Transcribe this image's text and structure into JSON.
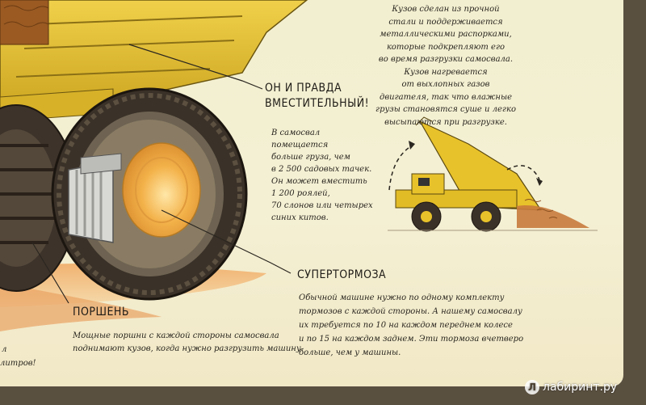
{
  "body_text": {
    "lines": [
      "Кузов сделан из прочной",
      "стали и поддерживается",
      "металлическими распорками,",
      "которые подкрепляют его",
      "во время разгрузки самосвала.",
      "Кузов нагревается",
      "от выхлопных газов",
      "двигателя, так что влажные",
      "грузы становятся суше и легко",
      "высыпаются при разгрузке."
    ]
  },
  "capacity": {
    "heading": [
      "ОН И ПРАВДА",
      "ВМЕСТИТЕЛЬНЫЙ!"
    ],
    "lines": [
      "В самосвал",
      "помещается",
      "больше груза, чем",
      "в 2 500 садовых тачек.",
      "Он может вместить",
      "1 200 роялей,",
      "70 слонов или четырех",
      "синих китов."
    ]
  },
  "brake": {
    "heading": "СУПЕРТОРМОЗА",
    "lines": [
      "Обычной машине нужно по одному комплекту",
      "тормозов с каждой стороны. А нашему самосвалу",
      "их требуется по 10 на каждом переднем колесе",
      "и по 15 на каждом заднем. Эти тормоза вчетверо",
      "больше, чем у машины."
    ]
  },
  "piston": {
    "heading": "ПОРШЕНЬ",
    "lines": [
      "Мощные поршни с каждой стороны самосвала",
      "поднимают кузов, когда нужно разгрузить машину."
    ]
  },
  "edge_fragments": [
    "л",
    "литров!"
  ],
  "watermark": {
    "text": "лабиринт.ру"
  },
  "colors": {
    "paper": "#f3efd2",
    "truck_yellow": "#e8c22a",
    "tire": "#3a3128",
    "dirt": "#c87a3c"
  }
}
